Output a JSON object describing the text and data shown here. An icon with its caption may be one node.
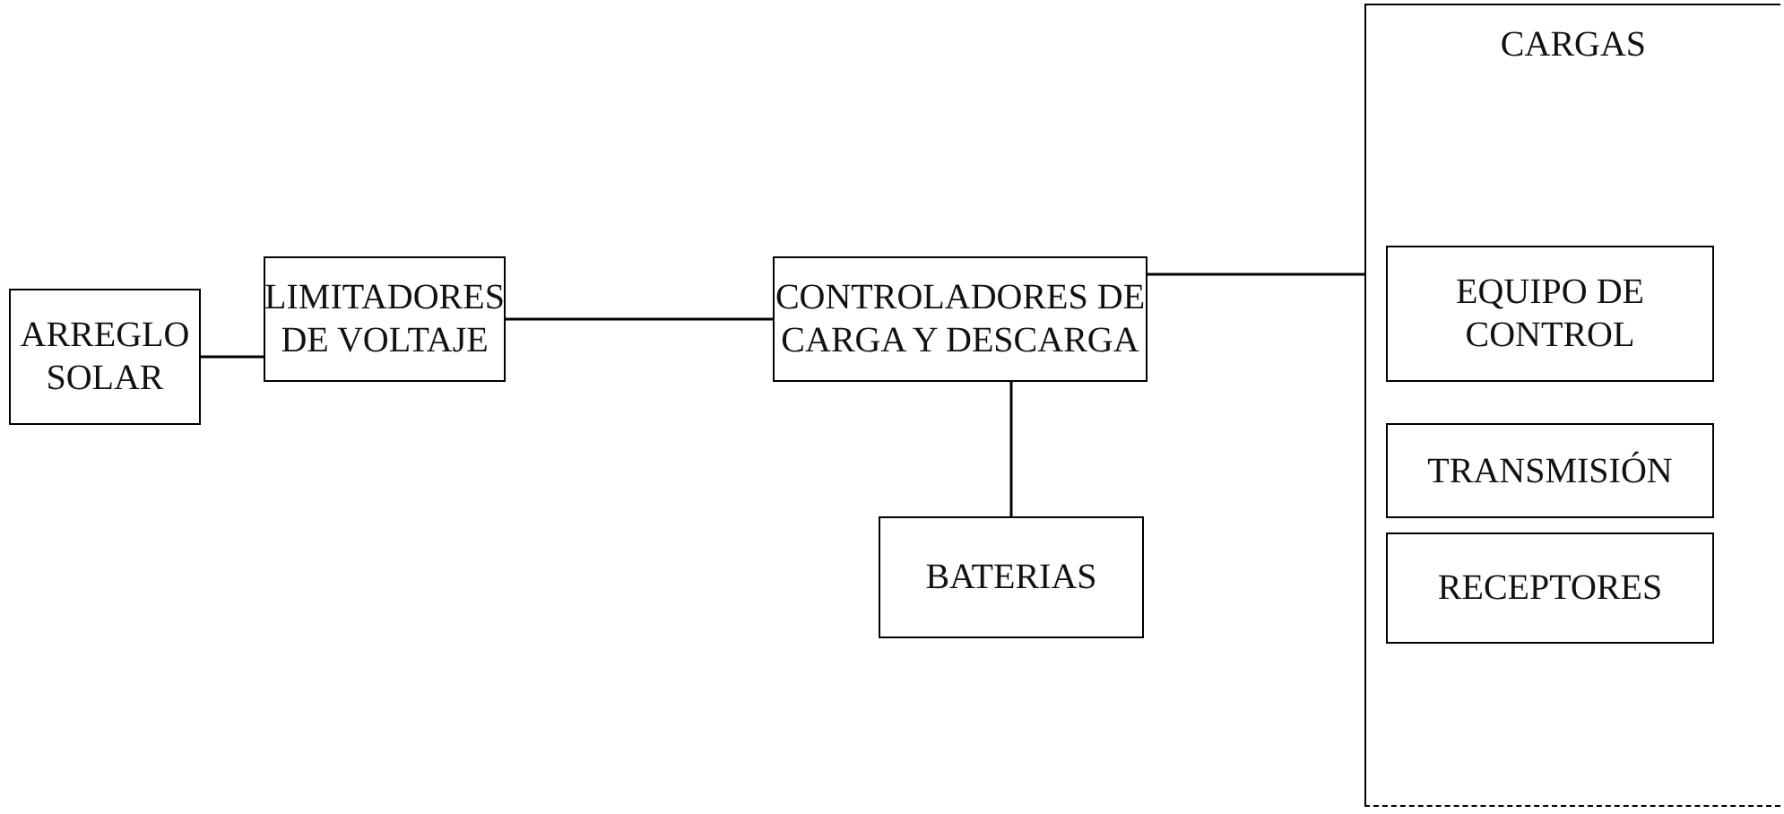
{
  "diagram": {
    "nodes": [
      {
        "text": [
          "ARREGLO SOLAR"
        ]
      },
      {
        "text": [
          "LIMITADORES DE VOLTAJE"
        ]
      },
      {
        "text": [
          "CONTROLADORES DE CARGA Y DESCARGA"
        ]
      },
      {
        "text": [
          "BATERIAS"
        ]
      },
      {
        "text": [
          "CARGAS"
        ]
      },
      {
        "text": [
          "EQUIPO DE CONTROL"
        ],
        "in": 4
      },
      {
        "text": [
          "TRANSMISIÓN"
        ],
        "in": 4
      },
      {
        "text": [
          "RECEPTORES"
        ],
        "in": 4
      }
    ],
    "edges": [
      {
        "from": 0,
        "to": 1,
        "arrow": "none"
      },
      {
        "from": 1,
        "to": 2,
        "arrow": "none"
      },
      {
        "from": 2,
        "to": 3,
        "arrow": "none"
      },
      {
        "from": 2,
        "to": 4,
        "arrow": "none"
      }
    ]
  }
}
